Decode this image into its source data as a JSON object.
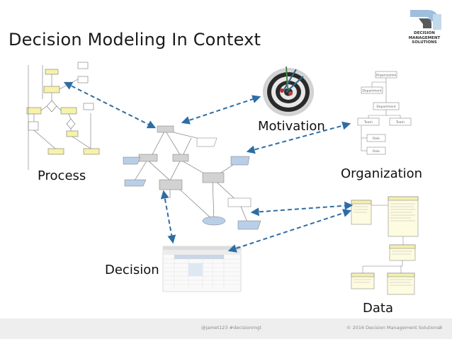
{
  "slide": {
    "title": "Decision Modeling In Context",
    "logo_lines": [
      "DECISION",
      "MANAGEMENT",
      "SOLUTIONS"
    ]
  },
  "labels": {
    "process": "Process",
    "motivation": "Motivation",
    "organization": "Organization",
    "decision": "Decision",
    "data": "Data"
  },
  "org_chart": {
    "organization": "Organization",
    "department_1": "Department",
    "department_2": "Department",
    "team_1": "Team",
    "team_2": "Team",
    "role_1": "Role",
    "role_2": "Role"
  },
  "footer": {
    "left": "@jamet123 #decisionmgt",
    "right": "© 2016 Decision Management Solutions",
    "page": "8"
  },
  "colors": {
    "arrow": "#2e6da4",
    "logo_blue": "#9dbfdd",
    "logo_dark": "#5a5a5a",
    "process_node": "#f7f2a8",
    "decision_node": "#d2d2d2",
    "knowledge_node": "#b9cfe8"
  }
}
